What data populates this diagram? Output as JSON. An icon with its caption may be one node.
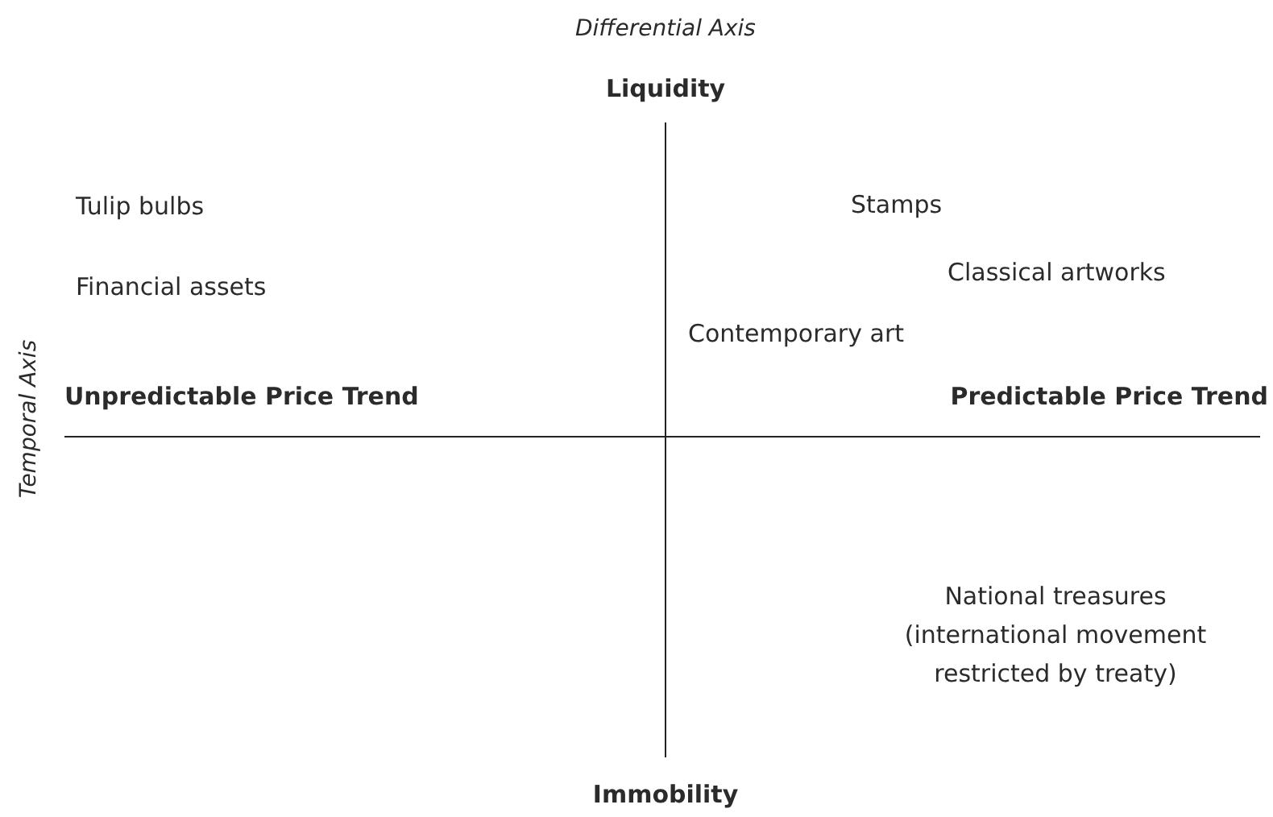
{
  "diagram": {
    "labels": [
      "Differential Axis",
      "Liquidity",
      "Tulip bulbs",
      "Stamps",
      "Classical artworks",
      "Financial assets",
      "Contemporary art",
      "Temporal Axis",
      "Unpredictable Price Trend",
      "Predictable Price Trend",
      "National treasures (international movement restricted by treaty)",
      "Immobility"
    ]
  }
}
